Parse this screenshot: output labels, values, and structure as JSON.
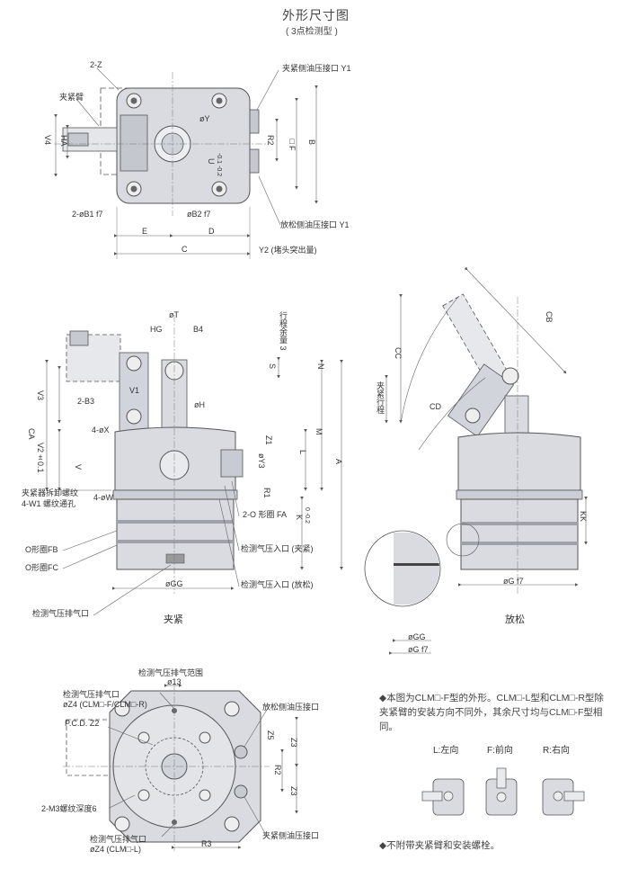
{
  "title": "外形尺寸图",
  "subtitle": "( 3点检测型 )",
  "top_view": {
    "labels": {
      "two_z": "2-Z",
      "clamp_arm": "夹紧臂",
      "clamp_port_y1": "夹紧侧油压接口 Y1",
      "release_port_y1": "放松侧油压接口 Y1",
      "phi_y": "øY",
      "v4": "V4",
      "ha": "HA",
      "r2": "R2",
      "f": "□F",
      "b": "B",
      "u": "U",
      "u_tol": "-0.1 -0.2",
      "b1": "2-øB1 f7",
      "b2": "øB2 f7",
      "e": "E",
      "d": "D",
      "c": "C",
      "y2": "Y2 (堵头突出量)"
    }
  },
  "front_view": {
    "labels": {
      "phi_t": "øT",
      "hg": "HG",
      "b4": "B4",
      "stroke_margin": "行程余量 3",
      "s": "S",
      "n": "N",
      "v3": "V3",
      "v1": "V1",
      "two_b3": "2-B3",
      "phi_h": "øH",
      "ca": "CA",
      "four_x": "4-øX",
      "z1": "Z1",
      "v2": "V2±0.1",
      "phi_y3": "øY3",
      "l": "L",
      "m": "M",
      "a": "A",
      "v": "V",
      "r1": "R1",
      "clamp_screw": "夹紧器拆卸螺纹",
      "w1": "4-W1 螺纹通孔",
      "four_w": "4-øW",
      "o_ring_fa": "2-O 形圈 FA",
      "k": "K",
      "k_tol": "0 -0.2",
      "o_ring_fb": "O形圈FB",
      "o_ring_fc": "O形圈FC",
      "air_clamp": "检测气压入口 (夹紧)",
      "air_release": "检测气压入口 (放松)",
      "phi_gg": "øGG",
      "air_exhaust": "检测气压排气口",
      "caption": "夹紧"
    }
  },
  "release_view": {
    "labels": {
      "cb": "CB",
      "cc": "CC",
      "cd": "CD",
      "stroke": "夹紧行程",
      "kk": "KK",
      "phi_g": "øG f7",
      "detail_gg": "øGG",
      "detail_g": "øG f7",
      "caption": "放松"
    }
  },
  "bottom_view": {
    "labels": {
      "exhaust_range": "检测气压排气范围",
      "phi13": "ø13",
      "z4_top": "检测气压排气口",
      "z4_top_2": "øZ4 (CLM□-F/CLM□-R)",
      "pcd": "P.C.D. Z2",
      "release_port": "放松侧油压接口",
      "z5": "Z5",
      "z3_top": "Z3",
      "r2": "R2",
      "z3_bottom": "Z3",
      "m3": "2-M3螺纹深度6",
      "z4_bot": "检测气压排气口",
      "z4_bot_2": "øZ4 (CLM□-L)",
      "clamp_port": "夹紧侧油压接口",
      "r3": "R3"
    }
  },
  "notes": {
    "note1": "◆本图为CLM□-F型的外形。CLM□-L型和CLM□-R型除夹紧臂的安装方向不同外，其余尺寸均与CLM□-F型相同。",
    "dir_l": "L:左向",
    "dir_f": "F:前向",
    "dir_r": "R:右向",
    "note2": "◆不附带夹紧臂和安装螺栓。"
  },
  "colors": {
    "body": "#d9dbe0",
    "body_dark": "#b9bcc3",
    "line": "#555555",
    "dim": "#666666"
  }
}
